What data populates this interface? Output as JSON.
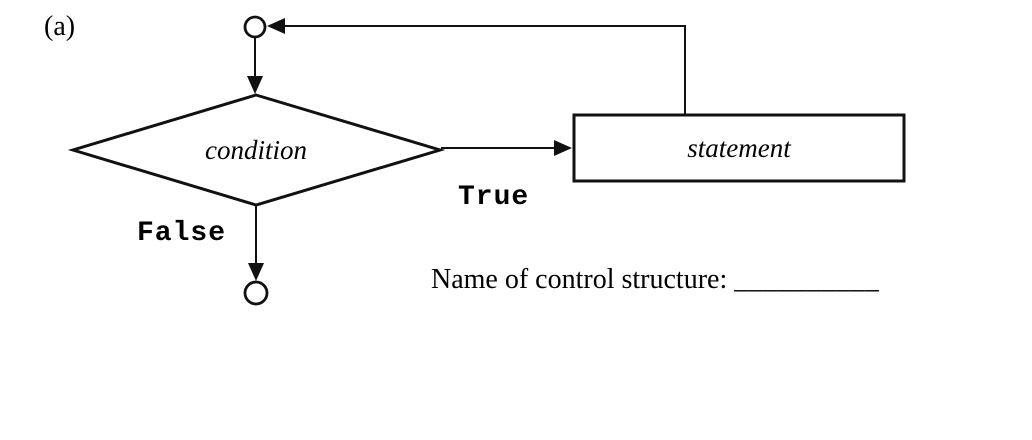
{
  "figure_label": "(a)",
  "flowchart": {
    "condition_label": "condition",
    "statement_label": "statement",
    "true_label": "True",
    "false_label": "False",
    "shapes": {
      "decision": "diamond",
      "process": "rectangle",
      "connectors": "circles",
      "loop_back": "statement top edge returns to entry circle"
    }
  },
  "question": {
    "prompt": "Name of control structure:",
    "blank": "__________"
  },
  "colors": {
    "line": "#111111",
    "background": "#ffffff"
  }
}
